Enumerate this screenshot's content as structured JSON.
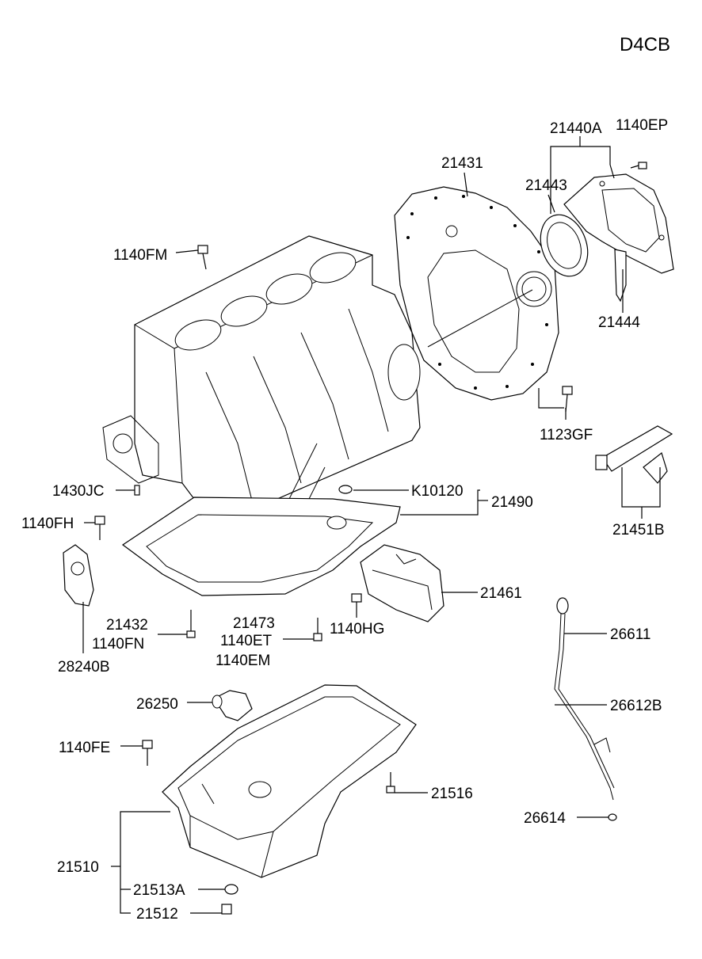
{
  "engine_code": "D4CB",
  "labels": {
    "p21440A": "21440A",
    "p1140EP": "1140EP",
    "p21431": "21431",
    "p21443": "21443",
    "p1140FM": "1140FM",
    "p21444": "21444",
    "p1123GF": "1123GF",
    "p21451B": "21451B",
    "p1430JC": "1430JC",
    "pK10120": "K10120",
    "p21490": "21490",
    "p1140FH": "1140FH",
    "p21461": "21461",
    "p21432": "21432",
    "p21473": "21473",
    "p1140FN": "1140FN",
    "p1140ET": "1140ET",
    "p1140HG": "1140HG",
    "p1140EM": "1140EM",
    "p28240B": "28240B",
    "p26611": "26611",
    "p26250": "26250",
    "p26612B": "26612B",
    "p1140FE": "1140FE",
    "p21516": "21516",
    "p26614": "26614",
    "p21510": "21510",
    "p21513A": "21513A",
    "p21512": "21512"
  }
}
